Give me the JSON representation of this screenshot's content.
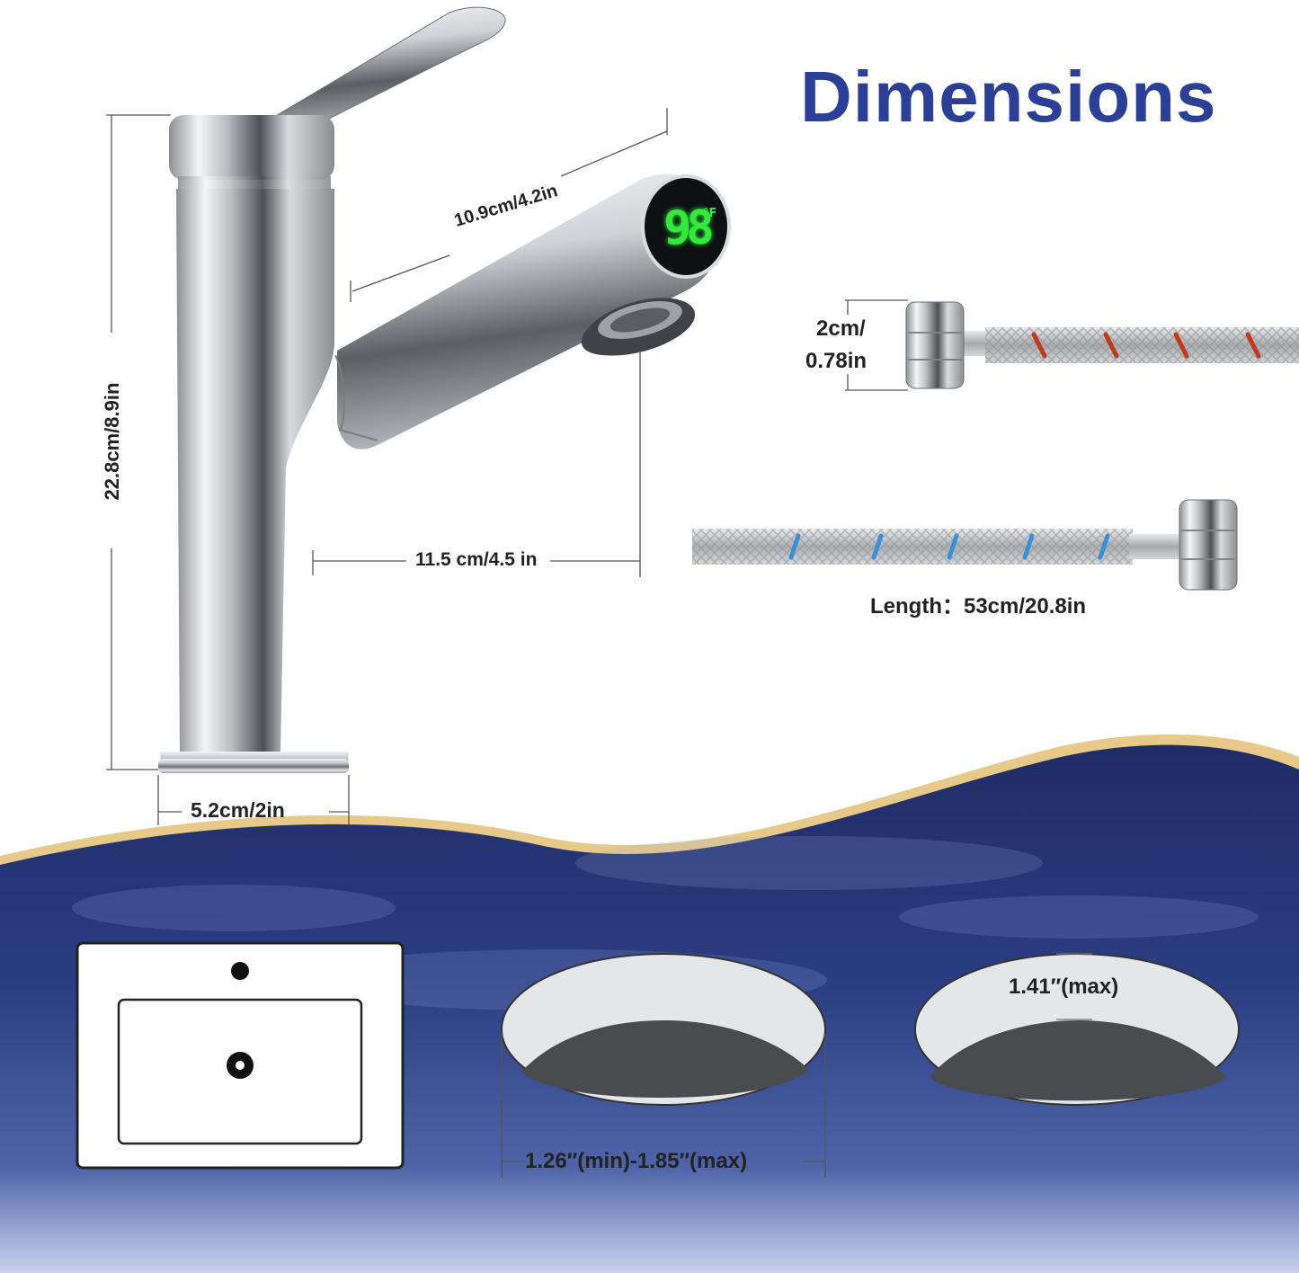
{
  "title": "Dimensions",
  "display": {
    "temperature": "98",
    "unit": "°F"
  },
  "measurements": {
    "height": "22.8cm/8.9in",
    "spout_length": "10.9cm/4.2in",
    "spout_reach": "11.5 cm/4.5 in",
    "base_width": "5.2cm/2in",
    "hose_connector": [
      "2cm/",
      "0.78in"
    ],
    "hose_length": "Length：53cm/20.8in",
    "hole_diameter": "1.26″(min)-1.85″(max)",
    "counter_thickness": "1.41″(max)"
  },
  "colors": {
    "title": "#2b3f96",
    "hot_stripe": "#c0391b",
    "cold_stripe": "#3b8fd6",
    "led": "#34e83c",
    "background_band": "#2a3a78",
    "gold_edge": "#e7c98a"
  }
}
